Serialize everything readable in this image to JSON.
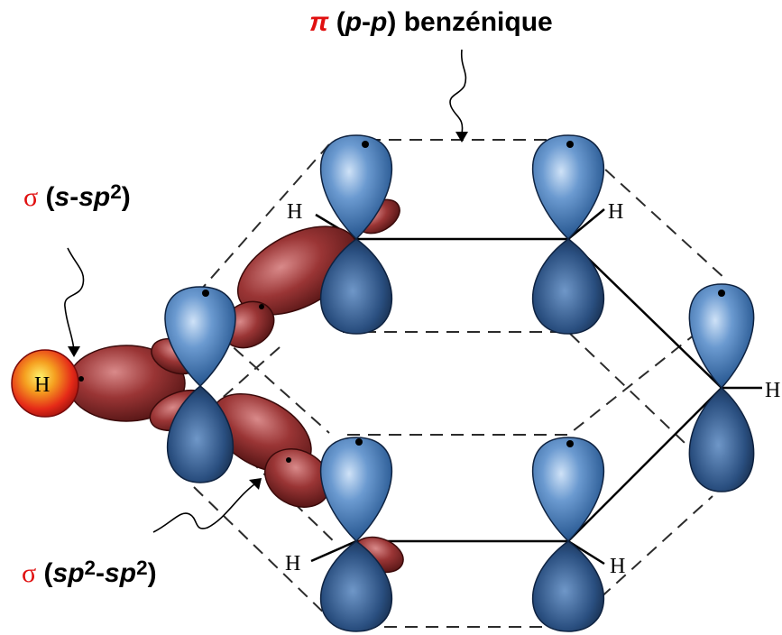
{
  "labels": {
    "pi": {
      "symbol": "π",
      "open": "(",
      "p1": "p",
      "dash": "-",
      "p2": "p",
      "close": ")",
      "rest": "benzénique"
    },
    "sigma_s_sp2": {
      "symbol": "σ",
      "open": "(",
      "s": "s",
      "dash": "-",
      "sp": "sp",
      "exp": "2",
      "close": ")"
    },
    "sigma_sp2_sp2": {
      "symbol": "σ",
      "open": "(",
      "sp_a": "sp",
      "exp_a": "2",
      "dash": "-",
      "sp_b": "sp",
      "exp_b": "2",
      "close": ")"
    }
  },
  "atoms": {
    "h_top_left": "H",
    "h_top_right": "H",
    "h_right": "H",
    "h_bottom_left": "H",
    "h_bottom_right": "H",
    "h_sphere": "H"
  },
  "colors": {
    "p_orbital": "#3d6fa8",
    "sp2_orbital": "#8e2a2a",
    "hydrogen_sphere": "#e8281c",
    "highlight_text": "#e01010"
  }
}
